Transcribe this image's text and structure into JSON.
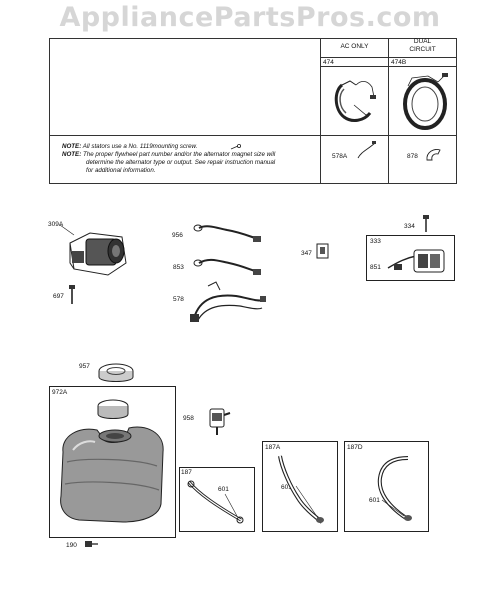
{
  "watermark": "AppliancePartsPros.com",
  "table": {
    "col_ac_only": "AC ONLY",
    "col_dual_circuit_line1": "DUAL",
    "col_dual_circuit_line2": "CIRCUIT",
    "part_474": "474",
    "part_474b": "474B",
    "part_578a": "578A",
    "part_878": "878"
  },
  "notes": {
    "note1_label": "NOTE:",
    "note1_text": "All stators use a No. 1119mounting screw.",
    "note2_label": "NOTE:",
    "note2_line1": "The proper flywheel part number and/or the alternator magnet size will",
    "note2_line2": "determine the alternator type or output. See repair instruction manual",
    "note2_line3": "for additional information."
  },
  "parts": {
    "p309a": "309A",
    "p697": "697",
    "p956": "956",
    "p853": "853",
    "p578": "578",
    "p347": "347",
    "p334": "334",
    "p333": "333",
    "p851": "851",
    "p957": "957",
    "p972a": "972A",
    "p958": "958",
    "p187": "187",
    "p187a": "187A",
    "p187d": "187D",
    "p601a": "601",
    "p601b": "601",
    "p601c": "601",
    "p190": "190"
  }
}
